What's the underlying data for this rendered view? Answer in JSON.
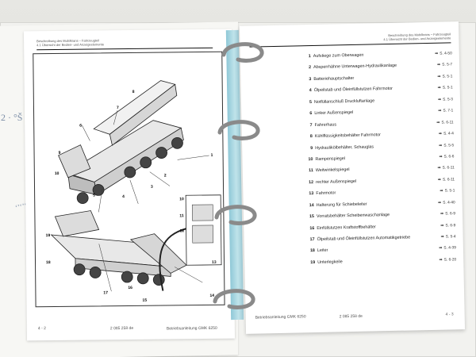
{
  "left_page": {
    "header": "Beschreibung des Mobilkrans – Fahrzeugteil\n4.1 Übersicht der Bedien- und Anzeigeelemente",
    "callouts": [
      "1",
      "2",
      "3",
      "4",
      "5",
      "6",
      "7",
      "8",
      "9",
      "10",
      "11",
      "12",
      "13",
      "14",
      "15",
      "16",
      "17",
      "18",
      "19"
    ],
    "footer_page": "4 - 2",
    "footer_doc": "2 085 258 de",
    "footer_title": "Betriebsanleitung GMK 6250",
    "handwriting": [
      "2 · °Š . iVi",
      "‘’‘’‘’"
    ]
  },
  "right_page": {
    "header": "Beschreibung des Mobilkrans – Fahrzeugteil\n4.1 Übersicht der Bedien- und Anzeigeelemente",
    "items": [
      {
        "num": "1",
        "label": "Aufstiege zum Oberwagen",
        "ref": "S. 4-50"
      },
      {
        "num": "2",
        "label": "Absperrhähne Unterwagen-Hydraulikanlage",
        "ref": "S. 5-7"
      },
      {
        "num": "3",
        "label": "Batteriehauptschalter",
        "ref": "S. 5-1"
      },
      {
        "num": "4",
        "label": "Ölpeilstab und Öleinfüllstutzen Fahrmotor",
        "ref": "S. 5-1"
      },
      {
        "num": "5",
        "label": "Notfüllanschluß Druckluftanlage",
        "ref": "S. 5-3"
      },
      {
        "num": "6",
        "label": "Linker Außenspiegel",
        "ref": "S. 7-1"
      },
      {
        "num": "7",
        "label": "Fahrerhaus",
        "ref": "S. 6-11"
      },
      {
        "num": "8",
        "label": "Kühlflüssigkeitsbehälter Fahrmotor",
        "ref": "S. 4-4"
      },
      {
        "num": "9",
        "label": "Hydraulikölbehälter, Schauglas",
        "ref": "S. 5-5"
      },
      {
        "num": "10",
        "label": "Rampenspiegel",
        "ref": "S. 6-6"
      },
      {
        "num": "11",
        "label": "Weitwinkelspiegel",
        "ref": "S. 6-11"
      },
      {
        "num": "12",
        "label": "rechter Außenspiegel",
        "ref": "S. 6-11"
      },
      {
        "num": "13",
        "label": "Fahrmotor",
        "ref": "S. 5-1"
      },
      {
        "num": "14",
        "label": "Halterung für Schiebeleiter",
        "ref": "S. 4-40"
      },
      {
        "num": "15",
        "label": "Vorratsbehälter Scheibenwaschanlage",
        "ref": "S. 6-9"
      },
      {
        "num": "16",
        "label": "Einfüllstutzen Kraftstoffbehälter",
        "ref": "S. 6-9"
      },
      {
        "num": "17",
        "label": "Ölpeilstab und Öleinfüllstutzen Automatikgetriebe",
        "ref": "S. 5-4"
      },
      {
        "num": "18",
        "label": "Leiter",
        "ref": "S. 4-39"
      },
      {
        "num": "19",
        "label": "Unterlegkeile",
        "ref": "S. 6-20"
      }
    ],
    "footer_title": "Betriebsanleitung GMK 6250",
    "footer_doc": "2 085 258 de",
    "footer_page": "4 - 3"
  },
  "colors": {
    "paper": "#ffffff",
    "spine_tab": "#a8d6df",
    "ring_metal": "#8a8a8a",
    "handwriting": "#7b8da6"
  }
}
